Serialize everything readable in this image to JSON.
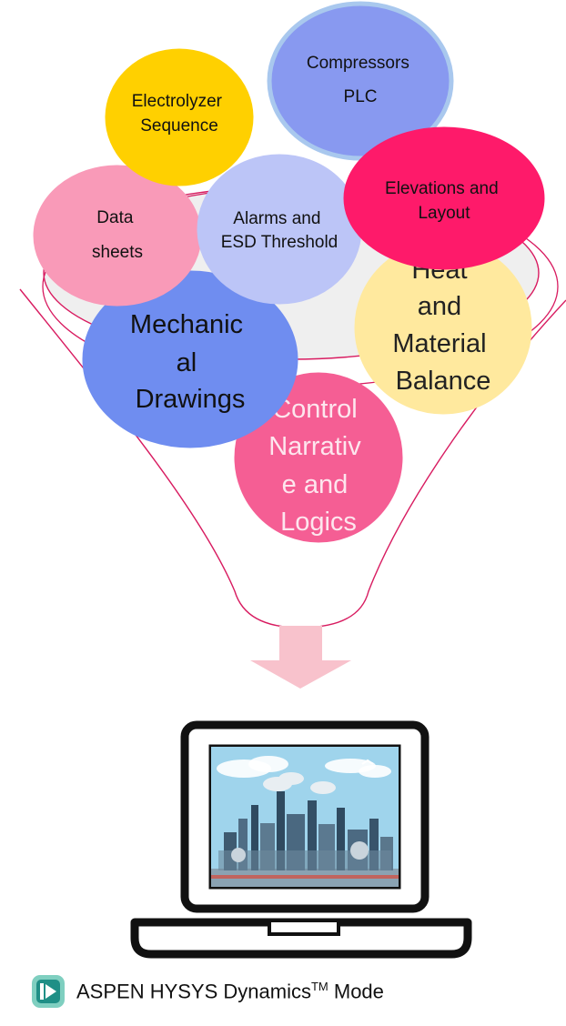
{
  "colors": {
    "funnel_line": "#d81b60",
    "funnel_fill": "#efefef",
    "arrow": "#f8c2cc"
  },
  "bubbles": [
    {
      "id": "compressors",
      "lines": [
        "Compressors",
        "PLC"
      ],
      "fill": "#8899f0",
      "stroke": "#a9c8ee",
      "text_color": "#111111"
    },
    {
      "id": "electrolyzer",
      "lines": [
        "Electrolyzer",
        "Sequence"
      ],
      "fill": "#ffd000",
      "stroke": "#ffd000",
      "text_color": "#111111"
    },
    {
      "id": "elevations",
      "lines": [
        "Elevations and",
        "Layout"
      ],
      "fill": "#fe1a6a",
      "stroke": "#fe1a6a",
      "text_color": "#111111"
    },
    {
      "id": "datasheets",
      "lines": [
        "Data",
        "sheets"
      ],
      "fill": "#f99ab8",
      "stroke": "#f99ab8",
      "text_color": "#111111"
    },
    {
      "id": "alarms",
      "lines": [
        "Alarms and",
        "ESD Threshold"
      ],
      "fill": "#bcc5f7",
      "stroke": "#bcc5f7",
      "text_color": "#111111"
    },
    {
      "id": "heat",
      "lines": [
        "Heat",
        "and",
        "Material",
        "Balance"
      ],
      "fill": "#ffe99e",
      "stroke": "#ffe99e",
      "text_color": "#222222"
    },
    {
      "id": "mechanical",
      "lines": [
        "Mechanic",
        "al",
        "Drawings"
      ],
      "fill": "#6f8df0",
      "stroke": "#6f8df0",
      "text_color": "#111111"
    },
    {
      "id": "control",
      "lines": [
        "Control",
        "Narrativ",
        "e and",
        "Logics"
      ],
      "fill": "#f55e94",
      "stroke": "#f55e94",
      "text_color": "#fde6ee"
    }
  ],
  "footer": {
    "logo_icon": "aspen-hysys-logo-icon",
    "text": "ASPEN HYSYS Dynamics",
    "sup": "TM",
    "suffix": " Mode"
  }
}
